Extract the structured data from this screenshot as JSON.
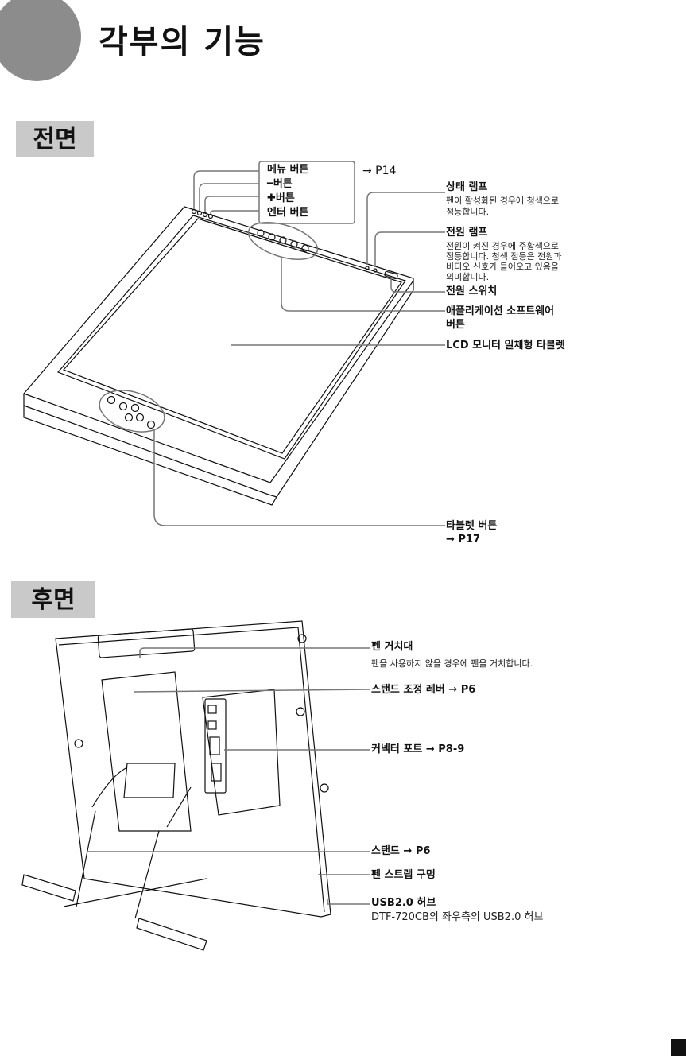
{
  "page": {
    "title": "각부의 기능",
    "front": {
      "heading": "전면",
      "left_buttons": [
        "메뉴 버튼",
        "━버튼",
        "✚버튼",
        "엔터 버튼"
      ],
      "left_buttons_ref": "→ P14",
      "status_lamp": {
        "label": "상태 램프",
        "desc": [
          "펜이 활성화된 경우에 청색으로",
          "점등합니다."
        ]
      },
      "power_lamp": {
        "label": "전원 램프",
        "desc": [
          "전원이 켜진 경우에 주황색으로",
          "점등합니다. 청색 점등은 전원과",
          "비디오 신호가 들어오고 있음을",
          "의미합니다."
        ]
      },
      "power_switch": "전원 스위치",
      "app_buttons": [
        "애플리케이션 소프트웨어",
        "버튼"
      ],
      "lcd_tablet": "LCD 모니터 일체형 타블렛",
      "tablet_buttons": {
        "label": "타블렛 버튼",
        "ref": "→ P17"
      }
    },
    "rear": {
      "heading": "후면",
      "pen_holder": {
        "label": "펜 거치대",
        "desc": "펜을 사용하지 않을 경우에 펜을 거치합니다."
      },
      "stand_lever": "스탠드 조정 레버 → P6",
      "connector": "커넥터 포트 → P8-9",
      "stand": "스탠드 → P6",
      "strap_hole": "펜 스트랩 구멍",
      "usb_hub": {
        "label": "USB2.0 허브",
        "desc": "DTF-720CB의 좌우측의 USB2.0 허브"
      }
    }
  }
}
